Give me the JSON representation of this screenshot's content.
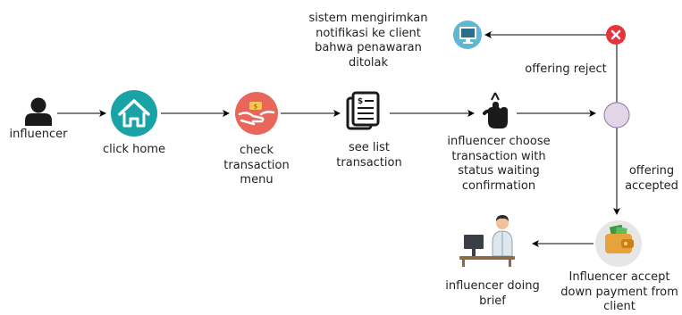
{
  "nodes": {
    "influencer": {
      "label": "influencer",
      "icon": "person-icon"
    },
    "click_home": {
      "label": "click home",
      "icon": "home-icon"
    },
    "check_transaction": {
      "label": "check transaction menu",
      "icon": "handshake-money-icon"
    },
    "see_list": {
      "label": "see list transaction",
      "icon": "document-list-icon"
    },
    "choose_transaction": {
      "label": "influencer choose transaction with status waiting confirmation",
      "icon": "hand-pointer-icon"
    },
    "decision": {
      "label": "",
      "icon": "decision-circle"
    },
    "notification": {
      "label": "sistem mengirimkan notifikasi ke client bahwa penawaran ditolak",
      "icon": "monitor-icon"
    },
    "reject_marker": {
      "icon": "close-icon"
    },
    "down_payment": {
      "label": "Influencer accept down payment from client",
      "icon": "wallet-icon"
    },
    "doing_brief": {
      "label": "influencer doing brief",
      "icon": "person-at-desk-icon"
    }
  },
  "edges": {
    "reject": {
      "label": "offering reject"
    },
    "accepted": {
      "label": "offering accepted"
    }
  },
  "colors": {
    "teal": "#1aa3a6",
    "salmon": "#e8665a",
    "decision_fill": "#e1d5e7",
    "decision_stroke": "#9673a6",
    "reject_red": "#e8333a",
    "monitor_bg": "#5fb7d6",
    "arrow": "#000000"
  }
}
